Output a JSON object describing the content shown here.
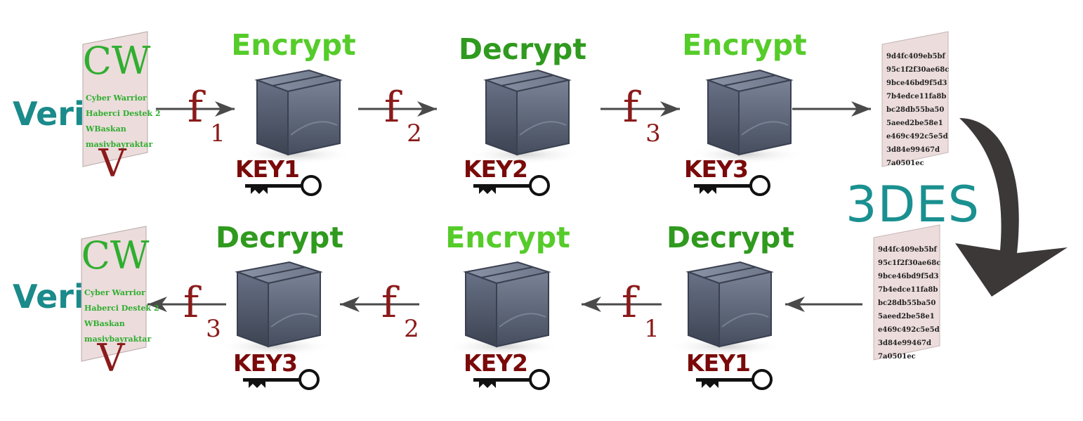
{
  "title": "3DES",
  "colors": {
    "encrypt": "#55cc2a",
    "decrypt": "#2f9a1e",
    "function": "#8b1a1a",
    "key_label": "#7a0a0a",
    "veri": "#1a8a8a",
    "title": "#1a9090",
    "arrow": "#4a4a4a",
    "box": "#5c6577",
    "doc_bg": "#ecdcdc",
    "doc_text": "#2fae2f"
  },
  "encryption_row": {
    "input_label": "Veri",
    "document": {
      "big_text": "CW",
      "small_lines": [
        "Cyber Warrior",
        "Haberci Destek 2",
        "WBaskan",
        "masivbayraktar"
      ],
      "bottom_letter": "V"
    },
    "stages": [
      {
        "operation": "Encrypt",
        "function": "f",
        "subscript": "1",
        "key": "KEY1"
      },
      {
        "operation": "Decrypt",
        "function": "f",
        "subscript": "2",
        "key": "KEY2"
      },
      {
        "operation": "Encrypt",
        "function": "f",
        "subscript": "3",
        "key": "KEY3"
      }
    ]
  },
  "decryption_row": {
    "input_label": "Veri",
    "document": {
      "big_text": "CW",
      "small_lines": [
        "Cyber Warrior",
        "Haberci Destek 2",
        "WBaskan",
        "masivbayraktar"
      ],
      "bottom_letter": "V"
    },
    "stages": [
      {
        "operation": "Decrypt",
        "function": "f",
        "subscript": "3",
        "key": "KEY3"
      },
      {
        "operation": "Encrypt",
        "function": "f",
        "subscript": "2",
        "key": "KEY2"
      },
      {
        "operation": "Decrypt",
        "function": "f",
        "subscript": "1",
        "key": "KEY1"
      }
    ]
  },
  "ciphertext_lines": [
    "9d4fc409eb5bf",
    "95c1f2f30ae68c",
    "9bce46bd9f5d3",
    "7b4edce11fa8b",
    "bc28db55ba50",
    "5aeed2be58e1",
    "e469c492c5e5d",
    "3d84e99467d",
    "7a0501ec"
  ]
}
